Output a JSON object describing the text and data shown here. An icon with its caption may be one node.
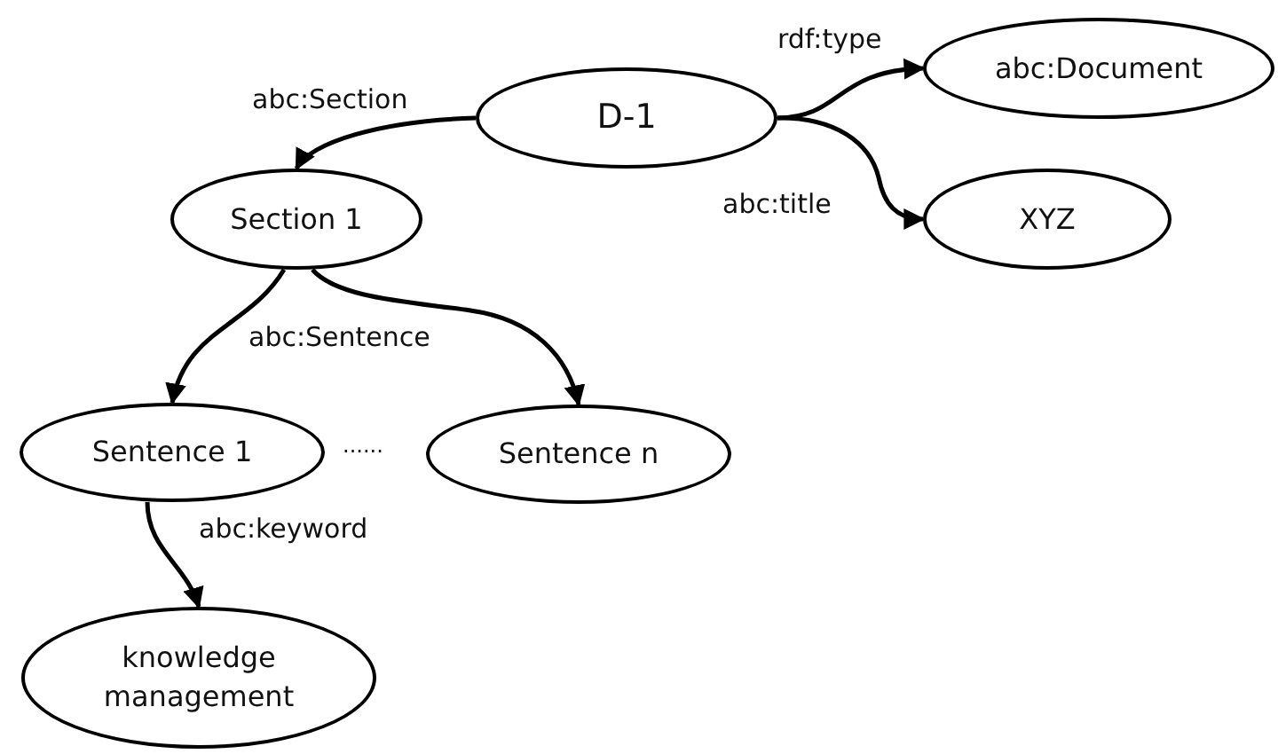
{
  "diagram": {
    "nodes": [
      {
        "text": [
          "D-1"
        ]
      },
      {
        "text": [
          "abc:Document"
        ]
      },
      {
        "text": [
          "Section 1"
        ]
      },
      {
        "text": [
          "XYZ"
        ]
      },
      {
        "text": [
          "Sentence 1"
        ]
      },
      {
        "text": [
          "Sentence n"
        ]
      },
      {
        "text": [
          "knowledge management"
        ]
      }
    ],
    "edges": [
      {
        "from": 0,
        "to": 2,
        "arrow": "to",
        "label": "abc:Section"
      },
      {
        "from": 0,
        "to": 1,
        "arrow": "to",
        "label": "rdf:type"
      },
      {
        "from": 0,
        "to": 3,
        "arrow": "to",
        "label": "abc:title"
      },
      {
        "from": 2,
        "to": 4,
        "arrow": "to",
        "label": "abc:Sentence"
      },
      {
        "from": 2,
        "to": 5,
        "arrow": "to"
      },
      {
        "from": 4,
        "to": 6,
        "arrow": "to",
        "label": "abc:keyword"
      }
    ],
    "labels": [
      "......"
    ]
  }
}
